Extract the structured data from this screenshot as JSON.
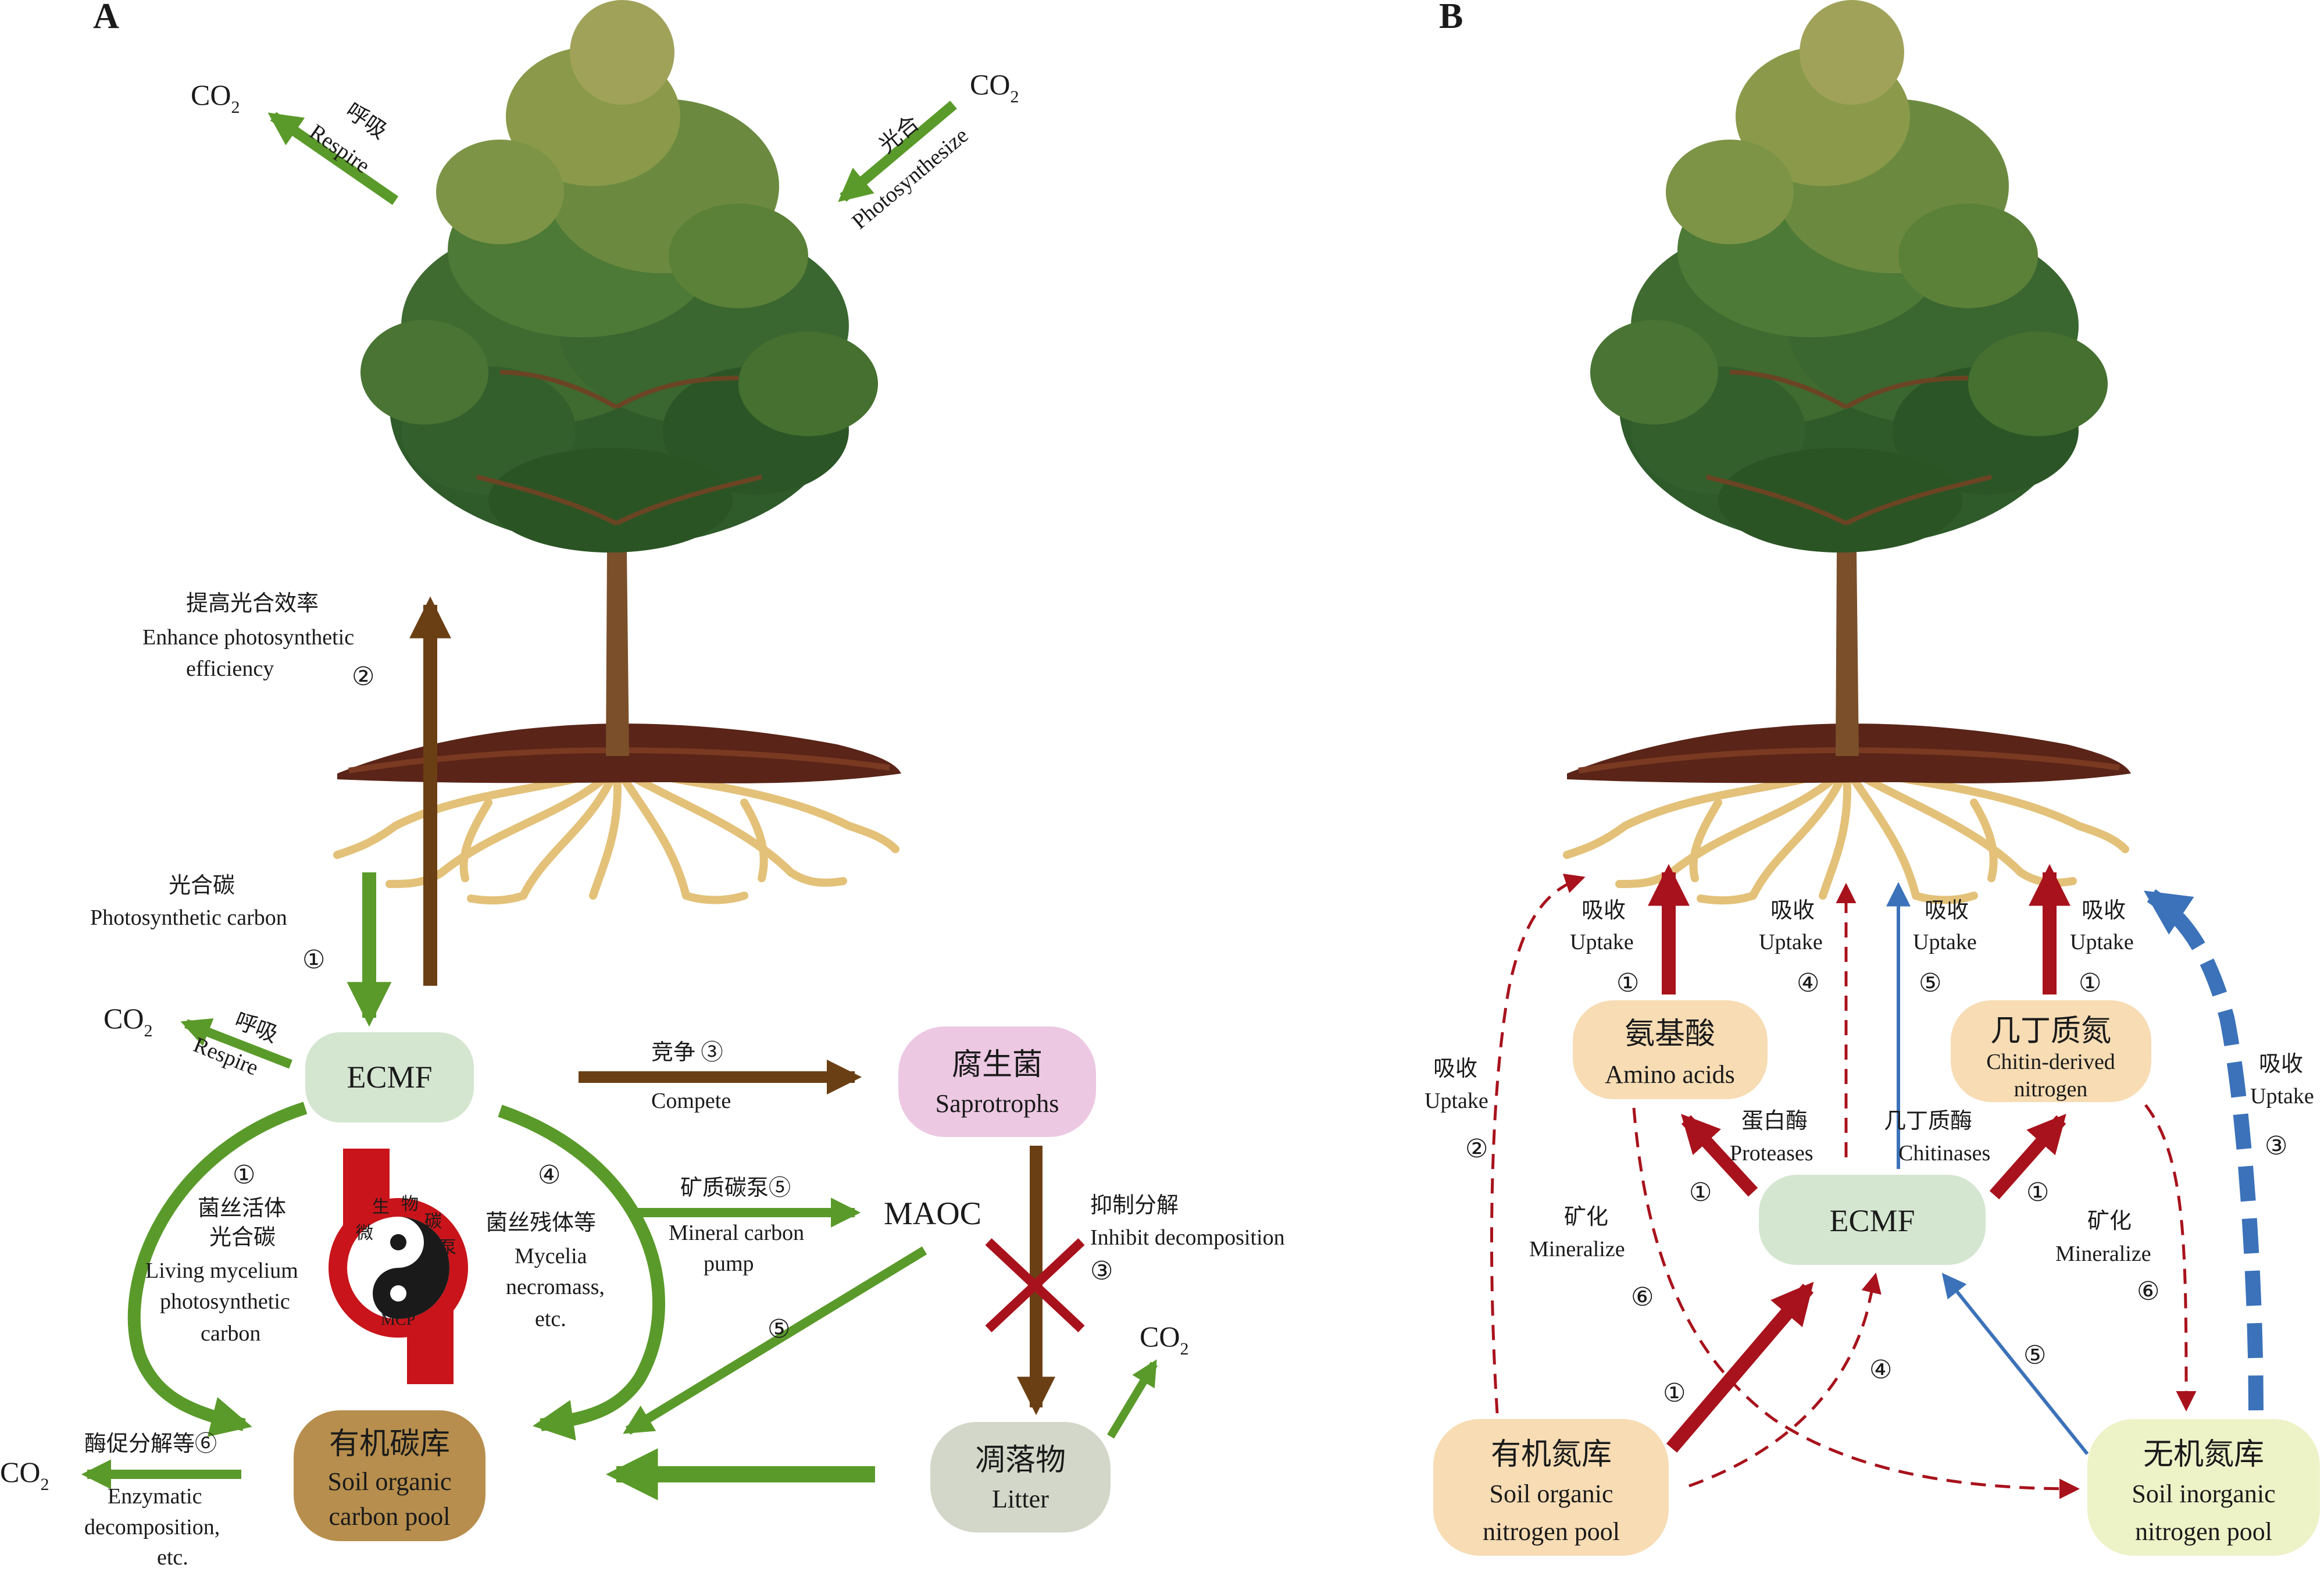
{
  "panels": {
    "a": "A",
    "b": "B"
  },
  "colors": {
    "green_arrow": "#5a9a2a",
    "brown_arrow": "#6b3f14",
    "red_arrow": "#a8121c",
    "blue_arrow": "#3b72b9",
    "ecmf_box": "#d4e6d0",
    "saprotroph_box": "#ecc8e2",
    "carbon_pool_box": "#b78e4d",
    "litter_box": "#d3d7c9",
    "nitrogen_box": "#f7dcb4",
    "inorganic_box": "#eef2c7",
    "mcp_red": "#c8141a"
  },
  "panel_a": {
    "co2": "CO",
    "co2_sub": "2",
    "respire_cn": "呼吸",
    "respire_en": "Respire",
    "photosynthesize_cn": "光合",
    "photosynthesize_en": "Photosynthesize",
    "enhance_cn": "提高光合效率",
    "enhance_en_1": "Enhance photosynthetic",
    "enhance_en_2": "efficiency",
    "enhance_num": "②",
    "photo_carbon_cn": "光合碳",
    "photo_carbon_en": "Photosynthetic carbon",
    "photo_carbon_num": "①",
    "ecmf": "ECMF",
    "compete_cn": "竞争 ③",
    "compete_en": "Compete",
    "saprotrophs_cn": "腐生菌",
    "saprotrophs_en": "Saprotrophs",
    "living_num": "①",
    "living_cn_1": "菌丝活体",
    "living_cn_2": "光合碳",
    "living_en_1": "Living mycelium",
    "living_en_2": "photosynthetic",
    "living_en_3": "carbon",
    "necromass_num": "④",
    "necromass_cn": "菌丝残体等",
    "necromass_en_1": "Mycelia",
    "necromass_en_2": "necromass,",
    "necromass_en_3": "etc.",
    "mineral_pump_cn": "矿质碳泵⑤",
    "mineral_pump_en_1": "Mineral carbon",
    "mineral_pump_en_2": "pump",
    "maoc": "MAOC",
    "maoc_num": "⑤",
    "inhibit_cn": "抑制分解",
    "inhibit_en": "Inhibit decomposition",
    "inhibit_num": "③",
    "mcp_chars": [
      "微",
      "生",
      "物",
      "碳",
      "泵"
    ],
    "mcp_label": "MCP",
    "enzymatic_cn": "酶促分解等⑥",
    "enzymatic_en_1": "Enzymatic",
    "enzymatic_en_2": "decomposition,",
    "enzymatic_en_3": "etc.",
    "carbon_pool_cn": "有机碳库",
    "carbon_pool_en_1": "Soil organic",
    "carbon_pool_en_2": "carbon pool",
    "litter_cn": "凋落物",
    "litter_en": "Litter"
  },
  "panel_b": {
    "uptake_cn": "吸收",
    "uptake_en": "Uptake",
    "n1": "①",
    "n2": "②",
    "n3": "③",
    "n4": "④",
    "n5": "⑤",
    "n6": "⑥",
    "amino_cn": "氨基酸",
    "amino_en": "Amino acids",
    "chitin_cn": "几丁质氮",
    "chitin_en_1": "Chitin-derived",
    "chitin_en_2": "nitrogen",
    "proteases_cn": "蛋白酶",
    "proteases_en": "Proteases",
    "chitinases_cn": "几丁质酶",
    "chitinases_en": "Chitinases",
    "ecmf": "ECMF",
    "mineralize_cn": "矿化",
    "mineralize_en": "Mineralize",
    "organic_n_cn": "有机氮库",
    "organic_n_en_1": "Soil organic",
    "organic_n_en_2": "nitrogen pool",
    "inorganic_n_cn": "无机氮库",
    "inorganic_n_en_1": "Soil inorganic",
    "inorganic_n_en_2": "nitrogen pool"
  }
}
